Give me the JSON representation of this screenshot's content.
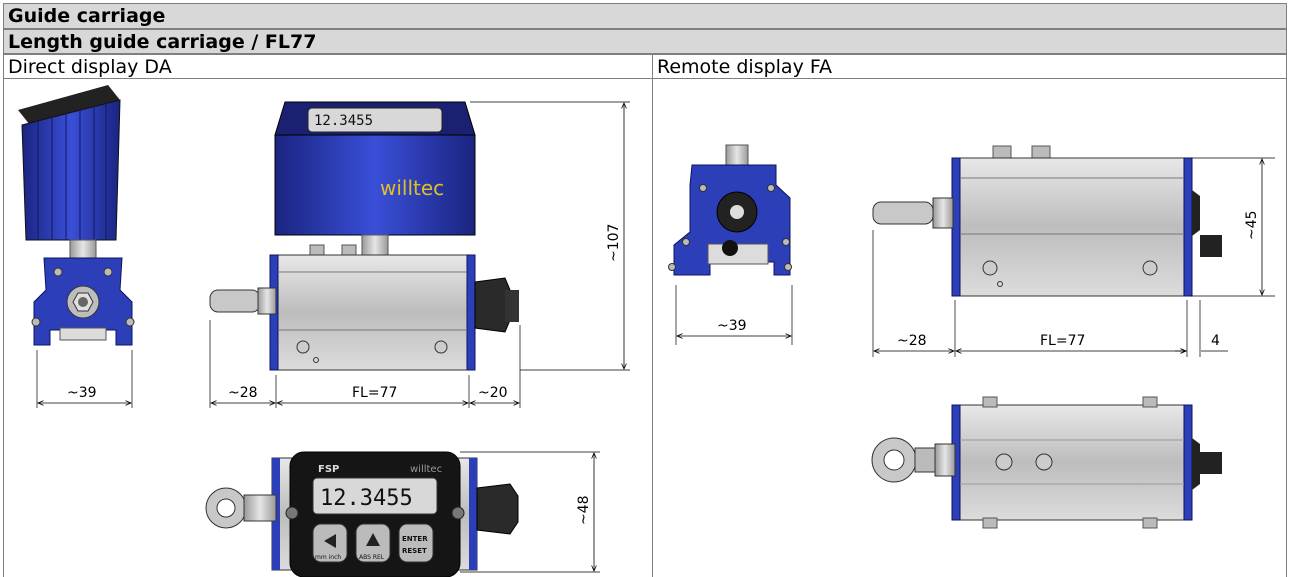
{
  "header": {
    "title": "Guide carriage"
  },
  "subheader": {
    "title": "Length guide carriage / FL77"
  },
  "columns": {
    "left": "Direct display DA",
    "right": "Remote display FA"
  },
  "left_dims": {
    "side_width": "~39",
    "left_ext": "~28",
    "length": "FL=77",
    "right_ext": "~20",
    "height": "~107",
    "bottom_height": "~48"
  },
  "right_dims": {
    "side_width": "~39",
    "left_ext": "~28",
    "length": "FL=77",
    "right_ext": "4",
    "height": "~45"
  },
  "display": {
    "value": "12.3455",
    "brand": "willtec",
    "model": "FSP",
    "btn1": "mm inch",
    "btn2": "ABS REL",
    "btn3_top": "ENTER",
    "btn3_bot": "RESET"
  },
  "colors": {
    "accent": "#2d3fb8",
    "dark_blue": "#1a2480",
    "metal": "#c8c8c8",
    "border": "#7f7f7f"
  }
}
